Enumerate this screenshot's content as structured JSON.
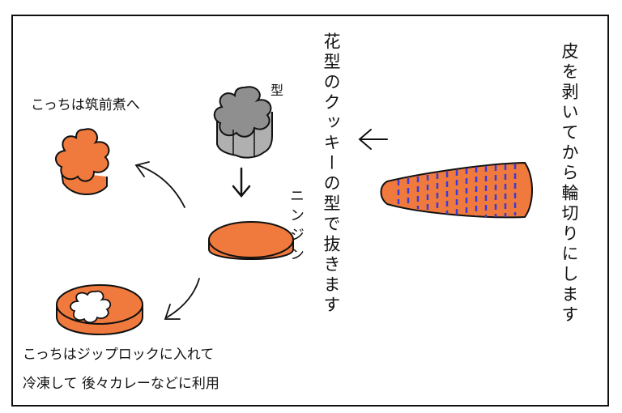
{
  "panel": {
    "peel_instruction": "皮を剥いてから輪切りにします",
    "cut_instruction": "花型のクッキーの型で抜きます",
    "carrot_label": "ニンジン",
    "mold_label": "型",
    "flower_note": "こっちは筑前煮へ",
    "scrap_note_line1": "こっちはジップロックに入れて",
    "scrap_note_line2": "冷凍して 後々カレーなどに利用"
  },
  "colors": {
    "carrot": "#f07a3d",
    "stripes": "#3b3bdc",
    "mold": "#9a9a9a",
    "outline": "#111111"
  }
}
